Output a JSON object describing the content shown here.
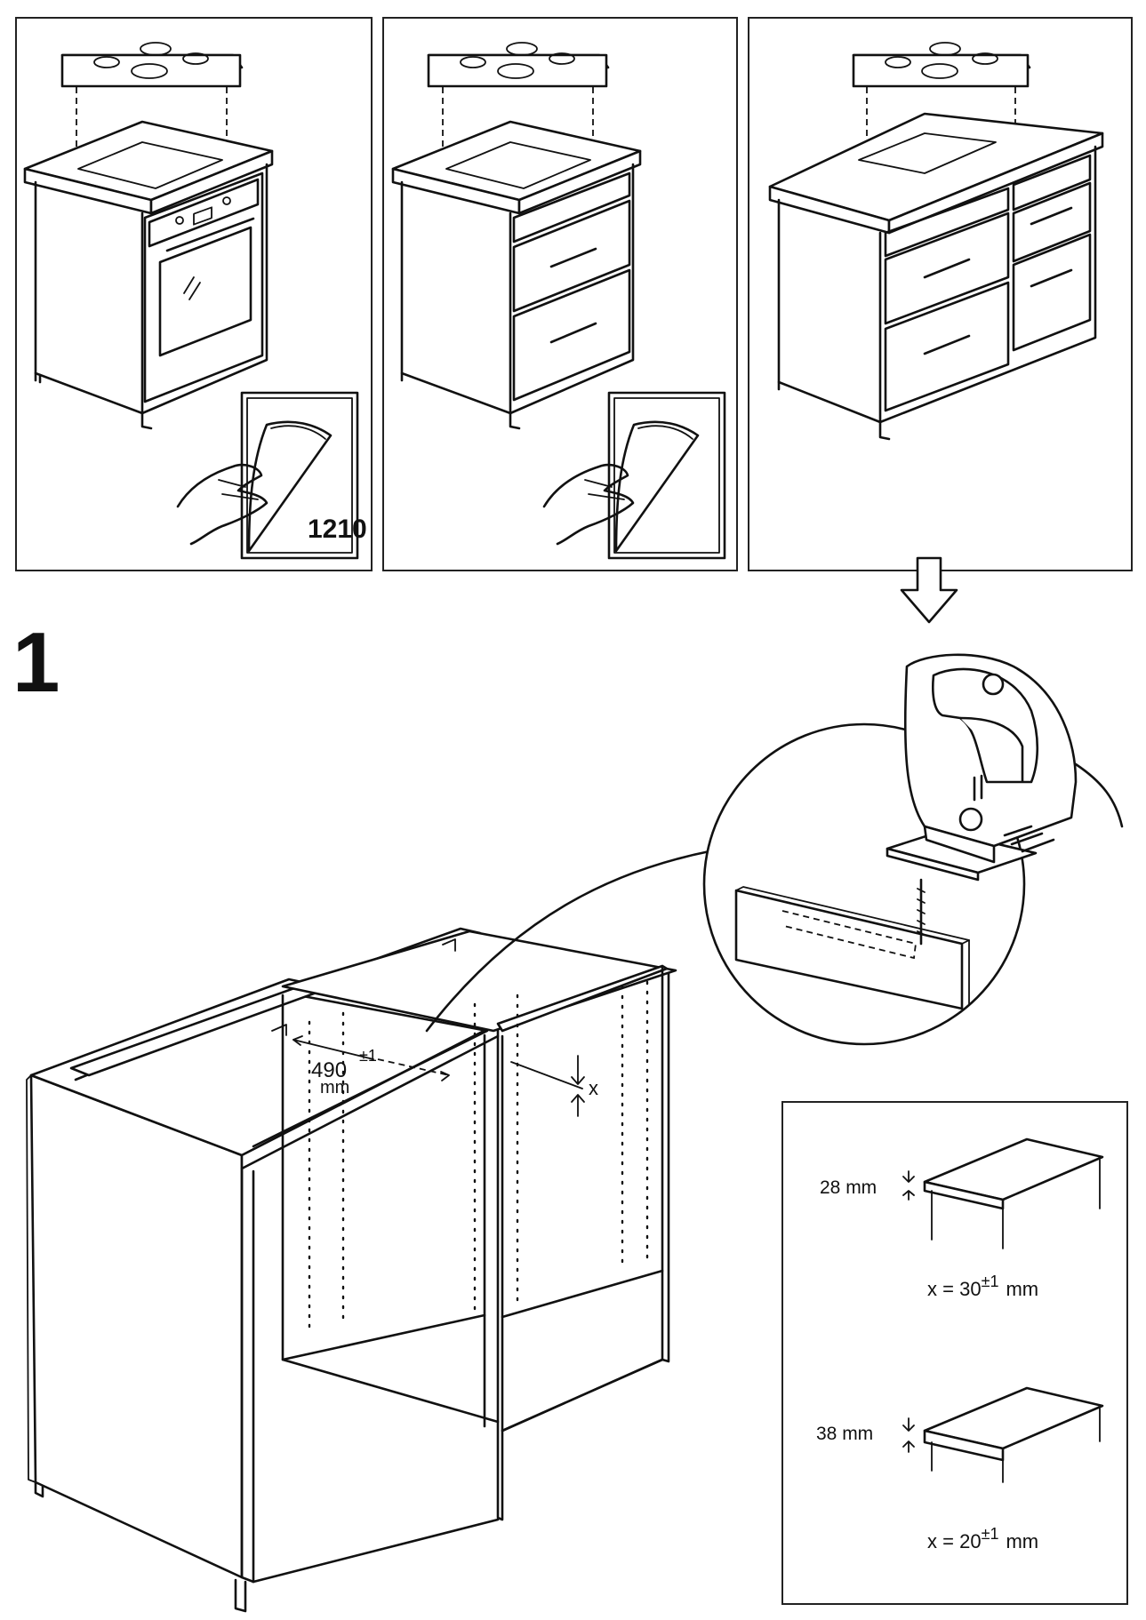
{
  "top_panels": [
    {
      "id": "oven-cabinet",
      "sticker_code": "1210"
    },
    {
      "id": "drawer-cabinet",
      "sticker_code": ""
    },
    {
      "id": "double-drawer-cabinet",
      "sticker_code": ""
    }
  ],
  "step": {
    "number": "1"
  },
  "cabinet_dimension": {
    "value": "490",
    "tolerance": "±1",
    "unit": "mm",
    "x_label": "x"
  },
  "worktop_table": [
    {
      "thickness": "28 mm",
      "x_prefix": "x = ",
      "x_value": "30",
      "x_tolerance": "±1",
      "x_unit": "mm"
    },
    {
      "thickness": "38 mm",
      "x_prefix": "x = ",
      "x_value": "20",
      "x_tolerance": "±1",
      "x_unit": "mm"
    }
  ]
}
